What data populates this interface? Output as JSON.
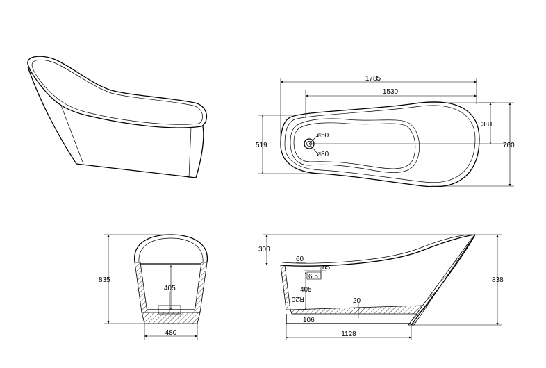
{
  "top_view": {
    "overall_length": "1785",
    "inner_length": "1530",
    "head_width": "381",
    "overall_width": "760",
    "foot_width": "519",
    "overflow_dia": "ø50",
    "drain_dia": "ø80"
  },
  "end_view": {
    "height": "835",
    "depth": "405",
    "base_width": "480"
  },
  "side_view": {
    "rim_drop": "300",
    "drain_offset": "60",
    "drain_dim": "85",
    "drain_depth": "6.5",
    "inner_depth": "405",
    "radius": "R20",
    "floor_thickness": "20",
    "base_offset": "106",
    "height": "838",
    "base_length": "1128"
  }
}
